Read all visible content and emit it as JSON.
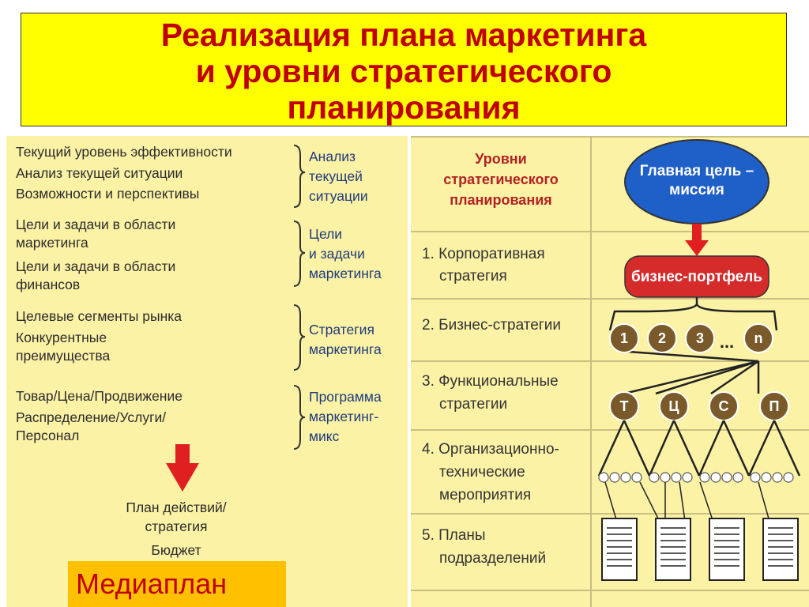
{
  "title": {
    "line1": "Реализация плана маркетинга",
    "line2": "и уровни стратегического",
    "line3": "планирования"
  },
  "left": {
    "groups": [
      {
        "items": [
          "Текущий уровень эффективности",
          "Анализ текущей ситуации",
          "Возможности и перспективы"
        ],
        "brace_label": [
          "Анализ",
          "текущей",
          "ситуации"
        ]
      },
      {
        "items": [
          "Цели и задачи в области",
          "маркетинга",
          "Цели и задачи в области",
          "финансов"
        ],
        "brace_label": [
          "Цели",
          "и задачи",
          "маркетинга"
        ]
      },
      {
        "items": [
          "Целевые сегменты рынка",
          "Конкурентные",
          "преимущества"
        ],
        "brace_label": [
          "Стратегия",
          "маркетинга"
        ]
      },
      {
        "items": [
          "Товар/Цена/Продвижение",
          "Распределение/Услуги/",
          "Персонал"
        ],
        "brace_label": [
          "Программа",
          "маркетинг-",
          "микс"
        ]
      }
    ],
    "action_plan": [
      "План действий/",
      "стратегия"
    ],
    "budget": "Бюджет",
    "mediaplan": "Медиаплан"
  },
  "right": {
    "header": [
      "Уровни",
      "стратегического",
      "планирования"
    ],
    "mission": [
      "Главная цель –",
      "миссия"
    ],
    "portfolio": "бизнес-портфель",
    "levels": [
      [
        "1. Корпоративная",
        "стратегия"
      ],
      [
        "2. Бизнес-стратегии"
      ],
      [
        "3. Функциональные",
        "стратегии"
      ],
      [
        "4. Организационно-",
        "технические",
        "мероприятия"
      ],
      [
        "5. Планы",
        "подразделений"
      ]
    ],
    "business_units": [
      "1",
      "2",
      "3",
      "n"
    ],
    "ellipsis": "...",
    "functions": [
      "Т",
      "Ц",
      "С",
      "П"
    ]
  },
  "colors": {
    "title_bg": "#ffff00",
    "title_text": "#c00000",
    "panel_bg": "#fbf2a6",
    "mission_fill": "#1f5fc8",
    "portfolio_fill": "#d52b2b",
    "node_fill": "#7a5a2b",
    "arrow_red": "#e02020",
    "mediaplan_bg": "#ffc000"
  }
}
